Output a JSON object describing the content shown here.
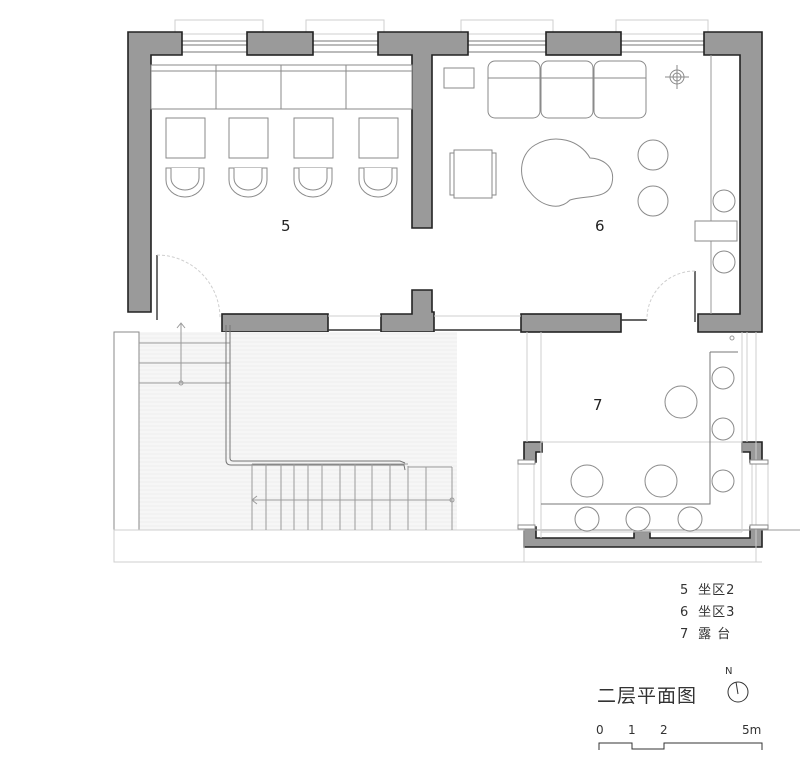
{
  "drawing": {
    "title": "二层平面图",
    "north_label": "N",
    "rooms": [
      {
        "id": "5",
        "label": "5",
        "name": "坐区2"
      },
      {
        "id": "6",
        "label": "6",
        "name": "坐区3"
      },
      {
        "id": "7",
        "label": "7",
        "name": "露 台"
      }
    ],
    "legend": [
      {
        "num": "5",
        "text": "坐区2"
      },
      {
        "num": "6",
        "text": "坐区3"
      },
      {
        "num": "7",
        "text": "露 台"
      }
    ],
    "scale_bar": {
      "ticks": [
        "0",
        "1",
        "2",
        "5m"
      ]
    },
    "colors": {
      "wall_fill": "#9a9a9a",
      "wall_stroke": "#222222",
      "furniture_stroke": "#8a8a8a",
      "background": "#ffffff"
    }
  }
}
